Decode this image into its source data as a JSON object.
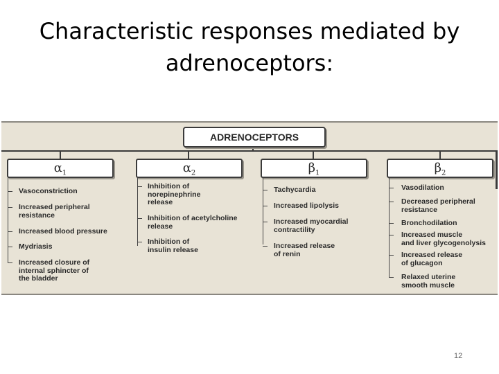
{
  "title": "Characteristic responses mediated by adrenoceptors:",
  "diagram": {
    "root": "ADRENOCEPTORS",
    "receptors": [
      {
        "symbol": "α",
        "subscript": "1",
        "responses": [
          "Vasoconstriction",
          "Increased peripheral\nresistance",
          "Increased blood pressure",
          "Mydriasis",
          "Increased closure of\ninternal sphincter of\nthe bladder"
        ]
      },
      {
        "symbol": "α",
        "subscript": "2",
        "responses": [
          "Inhibition of\nnorepinephrine\nrelease",
          "Inhibition of acetylcholine\nrelease",
          "Inhibition of\ninsulin release"
        ]
      },
      {
        "symbol": "β",
        "subscript": "1",
        "responses": [
          "Tachycardia",
          "Increased lipolysis",
          "Increased myocardial\ncontractility",
          "Increased release\nof renin"
        ]
      },
      {
        "symbol": "β",
        "subscript": "2",
        "responses": [
          "Vasodilation",
          "Decreased peripheral\nresistance",
          "Bronchodilation",
          "Increased muscle\nand liver glycogenolysis",
          "Increased release\nof glucagon",
          "Relaxed uterine\nsmooth muscle"
        ]
      }
    ]
  },
  "page_number": "12"
}
